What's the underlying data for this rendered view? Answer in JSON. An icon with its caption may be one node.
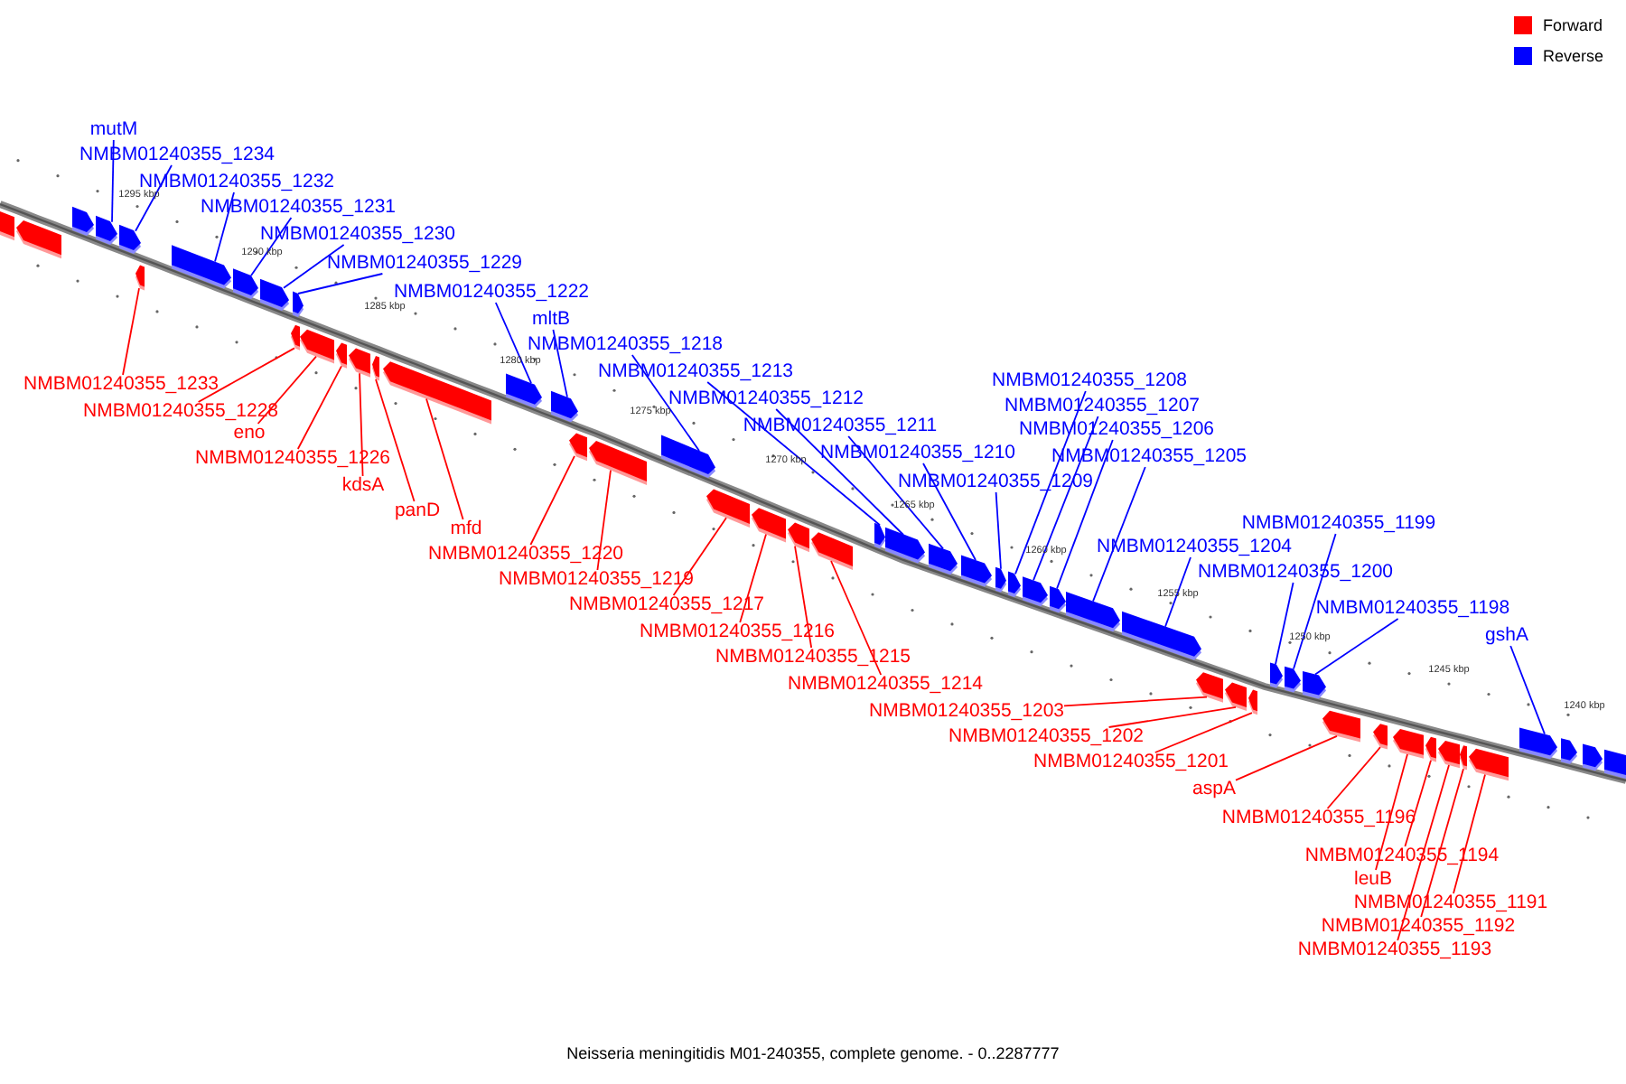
{
  "diagram": {
    "caption": "Neisseria meningitidis M01-240355, complete genome. - 0..2287777",
    "nodes": [
      {
        "text": [
          "mutM"
        ]
      },
      {
        "text": [
          "NMBM01240355_1234"
        ]
      },
      {
        "text": [
          "NMBM01240355_1232"
        ]
      },
      {
        "text": [
          "NMBM01240355_1231"
        ]
      },
      {
        "text": [
          "NMBM01240355_1230"
        ]
      },
      {
        "text": [
          "NMBM01240355_1229"
        ]
      },
      {
        "text": [
          "NMBM01240355_1222"
        ]
      },
      {
        "text": [
          "mltB"
        ]
      },
      {
        "text": [
          "NMBM01240355_1218"
        ]
      },
      {
        "text": [
          "NMBM01240355_1213"
        ]
      },
      {
        "text": [
          "NMBM01240355_1212"
        ]
      },
      {
        "text": [
          "NMBM01240355_1211"
        ]
      },
      {
        "text": [
          "NMBM01240355_1210"
        ]
      },
      {
        "text": [
          "NMBM01240355_1209"
        ]
      },
      {
        "text": [
          "NMBM01240355_1208"
        ]
      },
      {
        "text": [
          "NMBM01240355_1207"
        ]
      },
      {
        "text": [
          "NMBM01240355_1206"
        ]
      },
      {
        "text": [
          "NMBM01240355_1205"
        ]
      },
      {
        "text": [
          "NMBM01240355_1204"
        ]
      },
      {
        "text": [
          "NMBM01240355_1199"
        ]
      },
      {
        "text": [
          "NMBM01240355_1200"
        ]
      },
      {
        "text": [
          "NMBM01240355_1198"
        ]
      },
      {
        "text": [
          "gshA"
        ]
      },
      {
        "text": [
          "NMBM01240355_1233"
        ]
      },
      {
        "text": [
          "NMBM01240355_1228"
        ]
      },
      {
        "text": [
          "eno"
        ]
      },
      {
        "text": [
          "NMBM01240355_1226"
        ]
      },
      {
        "text": [
          "kdsA"
        ]
      },
      {
        "text": [
          "panD"
        ]
      },
      {
        "text": [
          "mfd"
        ]
      },
      {
        "text": [
          "NMBM01240355_1220"
        ]
      },
      {
        "text": [
          "NMBM01240355_1219"
        ]
      },
      {
        "text": [
          "NMBM01240355_1217"
        ]
      },
      {
        "text": [
          "NMBM01240355_1216"
        ]
      },
      {
        "text": [
          "NMBM01240355_1215"
        ]
      },
      {
        "text": [
          "NMBM01240355_1214"
        ]
      },
      {
        "text": [
          "NMBM01240355_1203"
        ]
      },
      {
        "text": [
          "NMBM01240355_1202"
        ]
      },
      {
        "text": [
          "NMBM01240355_1201"
        ]
      },
      {
        "text": [
          "aspA"
        ]
      },
      {
        "text": [
          "NMBM01240355_1196"
        ]
      },
      {
        "text": [
          "NMBM01240355_1194"
        ]
      },
      {
        "text": [
          "leuB"
        ]
      },
      {
        "text": [
          "NMBM01240355_1191"
        ]
      },
      {
        "text": [
          "NMBM01240355_1192"
        ]
      },
      {
        "text": [
          "NMBM01240355_1193"
        ]
      },
      {
        "text": [],
        "shape": "arrow"
      },
      {
        "text": [],
        "shape": "arrow"
      },
      {
        "text": [],
        "shape": "arrow"
      },
      {
        "text": [],
        "shape": "arrow"
      },
      {
        "text": [],
        "shape": "arrow"
      },
      {
        "text": [],
        "shape": "arrow"
      },
      {
        "text": [],
        "shape": "arrow"
      },
      {
        "text": [],
        "shape": "arrow"
      },
      {
        "text": [],
        "shape": "arrow"
      },
      {
        "text": [],
        "shape": "arrow"
      },
      {
        "text": [],
        "shape": "arrow"
      },
      {
        "text": [],
        "shape": "arrow"
      },
      {
        "text": [],
        "shape": "arrow"
      },
      {
        "text": [],
        "shape": "arrow"
      },
      {
        "text": [],
        "shape": "arrow"
      },
      {
        "text": [],
        "shape": "arrow"
      },
      {
        "text": [],
        "shape": "arrow"
      },
      {
        "text": [],
        "shape": "arrow"
      },
      {
        "text": [],
        "shape": "arrow"
      },
      {
        "text": [],
        "shape": "arrow"
      },
      {
        "text": [],
        "shape": "arrow"
      },
      {
        "text": [],
        "shape": "arrow"
      },
      {
        "text": [],
        "shape": "arrow"
      },
      {
        "text": [],
        "shape": "arrow"
      },
      {
        "text": [],
        "shape": "arrow"
      },
      {
        "text": [],
        "shape": "arrow"
      },
      {
        "text": [],
        "shape": "arrow"
      },
      {
        "text": [],
        "shape": "arrow"
      },
      {
        "text": [],
        "shape": "arrow"
      },
      {
        "text": [],
        "shape": "arrow"
      },
      {
        "text": [],
        "shape": "arrow"
      },
      {
        "text": [],
        "shape": "arrow"
      },
      {
        "text": [],
        "shape": "arrow"
      },
      {
        "text": [],
        "shape": "arrow"
      },
      {
        "text": [],
        "shape": "arrow"
      },
      {
        "text": [],
        "shape": "arrow"
      },
      {
        "text": [],
        "shape": "arrow"
      },
      {
        "text": [],
        "shape": "arrow"
      },
      {
        "text": [],
        "shape": "arrow"
      },
      {
        "text": [],
        "shape": "arrow"
      },
      {
        "text": [],
        "shape": "arrow"
      },
      {
        "text": [],
        "shape": "arrow"
      },
      {
        "text": [],
        "shape": "arrow"
      },
      {
        "text": [],
        "shape": "arrow"
      },
      {
        "text": [],
        "shape": "arrow"
      },
      {
        "text": [],
        "shape": "arrow"
      },
      {
        "text": [],
        "shape": "arrow"
      },
      {
        "text": [],
        "shape": "arrow"
      },
      {
        "text": [],
        "shape": "arrow"
      },
      {
        "text": [],
        "shape": "arrow"
      },
      {
        "text": [],
        "shape": "arrow"
      },
      {
        "text": [],
        "shape": "arrow"
      }
    ],
    "edges": [
      {
        "from": 0,
        "to": 47,
        "arrow": "none",
        "color": "#0000ff"
      },
      {
        "from": 1,
        "to": 48,
        "arrow": "none",
        "color": "#0000ff"
      },
      {
        "from": 2,
        "to": 49,
        "arrow": "none",
        "color": "#0000ff"
      },
      {
        "from": 3,
        "to": 50,
        "arrow": "none",
        "color": "#0000ff"
      },
      {
        "from": 4,
        "to": 51,
        "arrow": "none",
        "color": "#0000ff"
      },
      {
        "from": 5,
        "to": 52,
        "arrow": "none",
        "color": "#0000ff"
      },
      {
        "from": 6,
        "to": 53,
        "arrow": "none",
        "color": "#0000ff"
      },
      {
        "from": 7,
        "to": 54,
        "arrow": "none",
        "color": "#0000ff"
      },
      {
        "from": 8,
        "to": 55,
        "arrow": "none",
        "color": "#0000ff"
      },
      {
        "from": 9,
        "to": 56,
        "arrow": "none",
        "color": "#0000ff"
      },
      {
        "from": 10,
        "to": 57,
        "arrow": "none",
        "color": "#0000ff"
      },
      {
        "from": 11,
        "to": 58,
        "arrow": "none",
        "color": "#0000ff"
      },
      {
        "from": 12,
        "to": 59,
        "arrow": "none",
        "color": "#0000ff"
      },
      {
        "from": 13,
        "to": 60,
        "arrow": "none",
        "color": "#0000ff"
      },
      {
        "from": 14,
        "to": 61,
        "arrow": "none",
        "color": "#0000ff"
      },
      {
        "from": 15,
        "to": 62,
        "arrow": "none",
        "color": "#0000ff"
      },
      {
        "from": 16,
        "to": 63,
        "arrow": "none",
        "color": "#0000ff"
      },
      {
        "from": 17,
        "to": 64,
        "arrow": "none",
        "color": "#0000ff"
      },
      {
        "from": 18,
        "to": 65,
        "arrow": "none",
        "color": "#0000ff"
      },
      {
        "from": 19,
        "to": 67,
        "arrow": "none",
        "color": "#0000ff"
      },
      {
        "from": 20,
        "to": 66,
        "arrow": "none",
        "color": "#0000ff"
      },
      {
        "from": 21,
        "to": 68,
        "arrow": "none",
        "color": "#0000ff"
      },
      {
        "from": 22,
        "to": 69,
        "arrow": "none",
        "color": "#0000ff"
      },
      {
        "from": 23,
        "to": 75,
        "arrow": "none",
        "color": "#ff0000"
      },
      {
        "from": 24,
        "to": 76,
        "arrow": "none",
        "color": "#ff0000"
      },
      {
        "from": 25,
        "to": 77,
        "arrow": "none",
        "color": "#ff0000"
      },
      {
        "from": 26,
        "to": 78,
        "arrow": "none",
        "color": "#ff0000"
      },
      {
        "from": 27,
        "to": 79,
        "arrow": "none",
        "color": "#ff0000"
      },
      {
        "from": 28,
        "to": 80,
        "arrow": "none",
        "color": "#ff0000"
      },
      {
        "from": 29,
        "to": 81,
        "arrow": "none",
        "color": "#ff0000"
      },
      {
        "from": 30,
        "to": 82,
        "arrow": "none",
        "color": "#ff0000"
      },
      {
        "from": 31,
        "to": 83,
        "arrow": "none",
        "color": "#ff0000"
      },
      {
        "from": 32,
        "to": 84,
        "arrow": "none",
        "color": "#ff0000"
      },
      {
        "from": 33,
        "to": 85,
        "arrow": "none",
        "color": "#ff0000"
      },
      {
        "from": 34,
        "to": 86,
        "arrow": "none",
        "color": "#ff0000"
      },
      {
        "from": 35,
        "to": 87,
        "arrow": "none",
        "color": "#ff0000"
      },
      {
        "from": 36,
        "to": 88,
        "arrow": "none",
        "color": "#ff0000"
      },
      {
        "from": 37,
        "to": 89,
        "arrow": "none",
        "color": "#ff0000"
      },
      {
        "from": 38,
        "to": 90,
        "arrow": "none",
        "color": "#ff0000"
      },
      {
        "from": 39,
        "to": 91,
        "arrow": "none",
        "color": "#ff0000"
      },
      {
        "from": 40,
        "to": 92,
        "arrow": "none",
        "color": "#ff0000"
      },
      {
        "from": 41,
        "to": 94,
        "arrow": "none",
        "color": "#ff0000"
      },
      {
        "from": 42,
        "to": 93,
        "arrow": "none",
        "color": "#ff0000"
      },
      {
        "from": 43,
        "to": 97,
        "arrow": "none",
        "color": "#ff0000"
      },
      {
        "from": 44,
        "to": 96,
        "arrow": "none",
        "color": "#ff0000"
      },
      {
        "from": 45,
        "to": 95,
        "arrow": "none",
        "color": "#ff0000"
      }
    ],
    "labels": [
      "1295 kbp",
      "1290 kbp",
      "1285 kbp",
      "1280 kbp",
      "1275 kbp",
      "1270 kbp",
      "1265 kbp",
      "1260 kbp",
      "1255 kbp",
      "1250 kbp",
      "1245 kbp",
      "1240 kbp"
    ],
    "legend": [
      {
        "text": "Forward",
        "color": "#ff0000"
      },
      {
        "text": "Reverse",
        "color": "#0000ff"
      }
    ]
  }
}
